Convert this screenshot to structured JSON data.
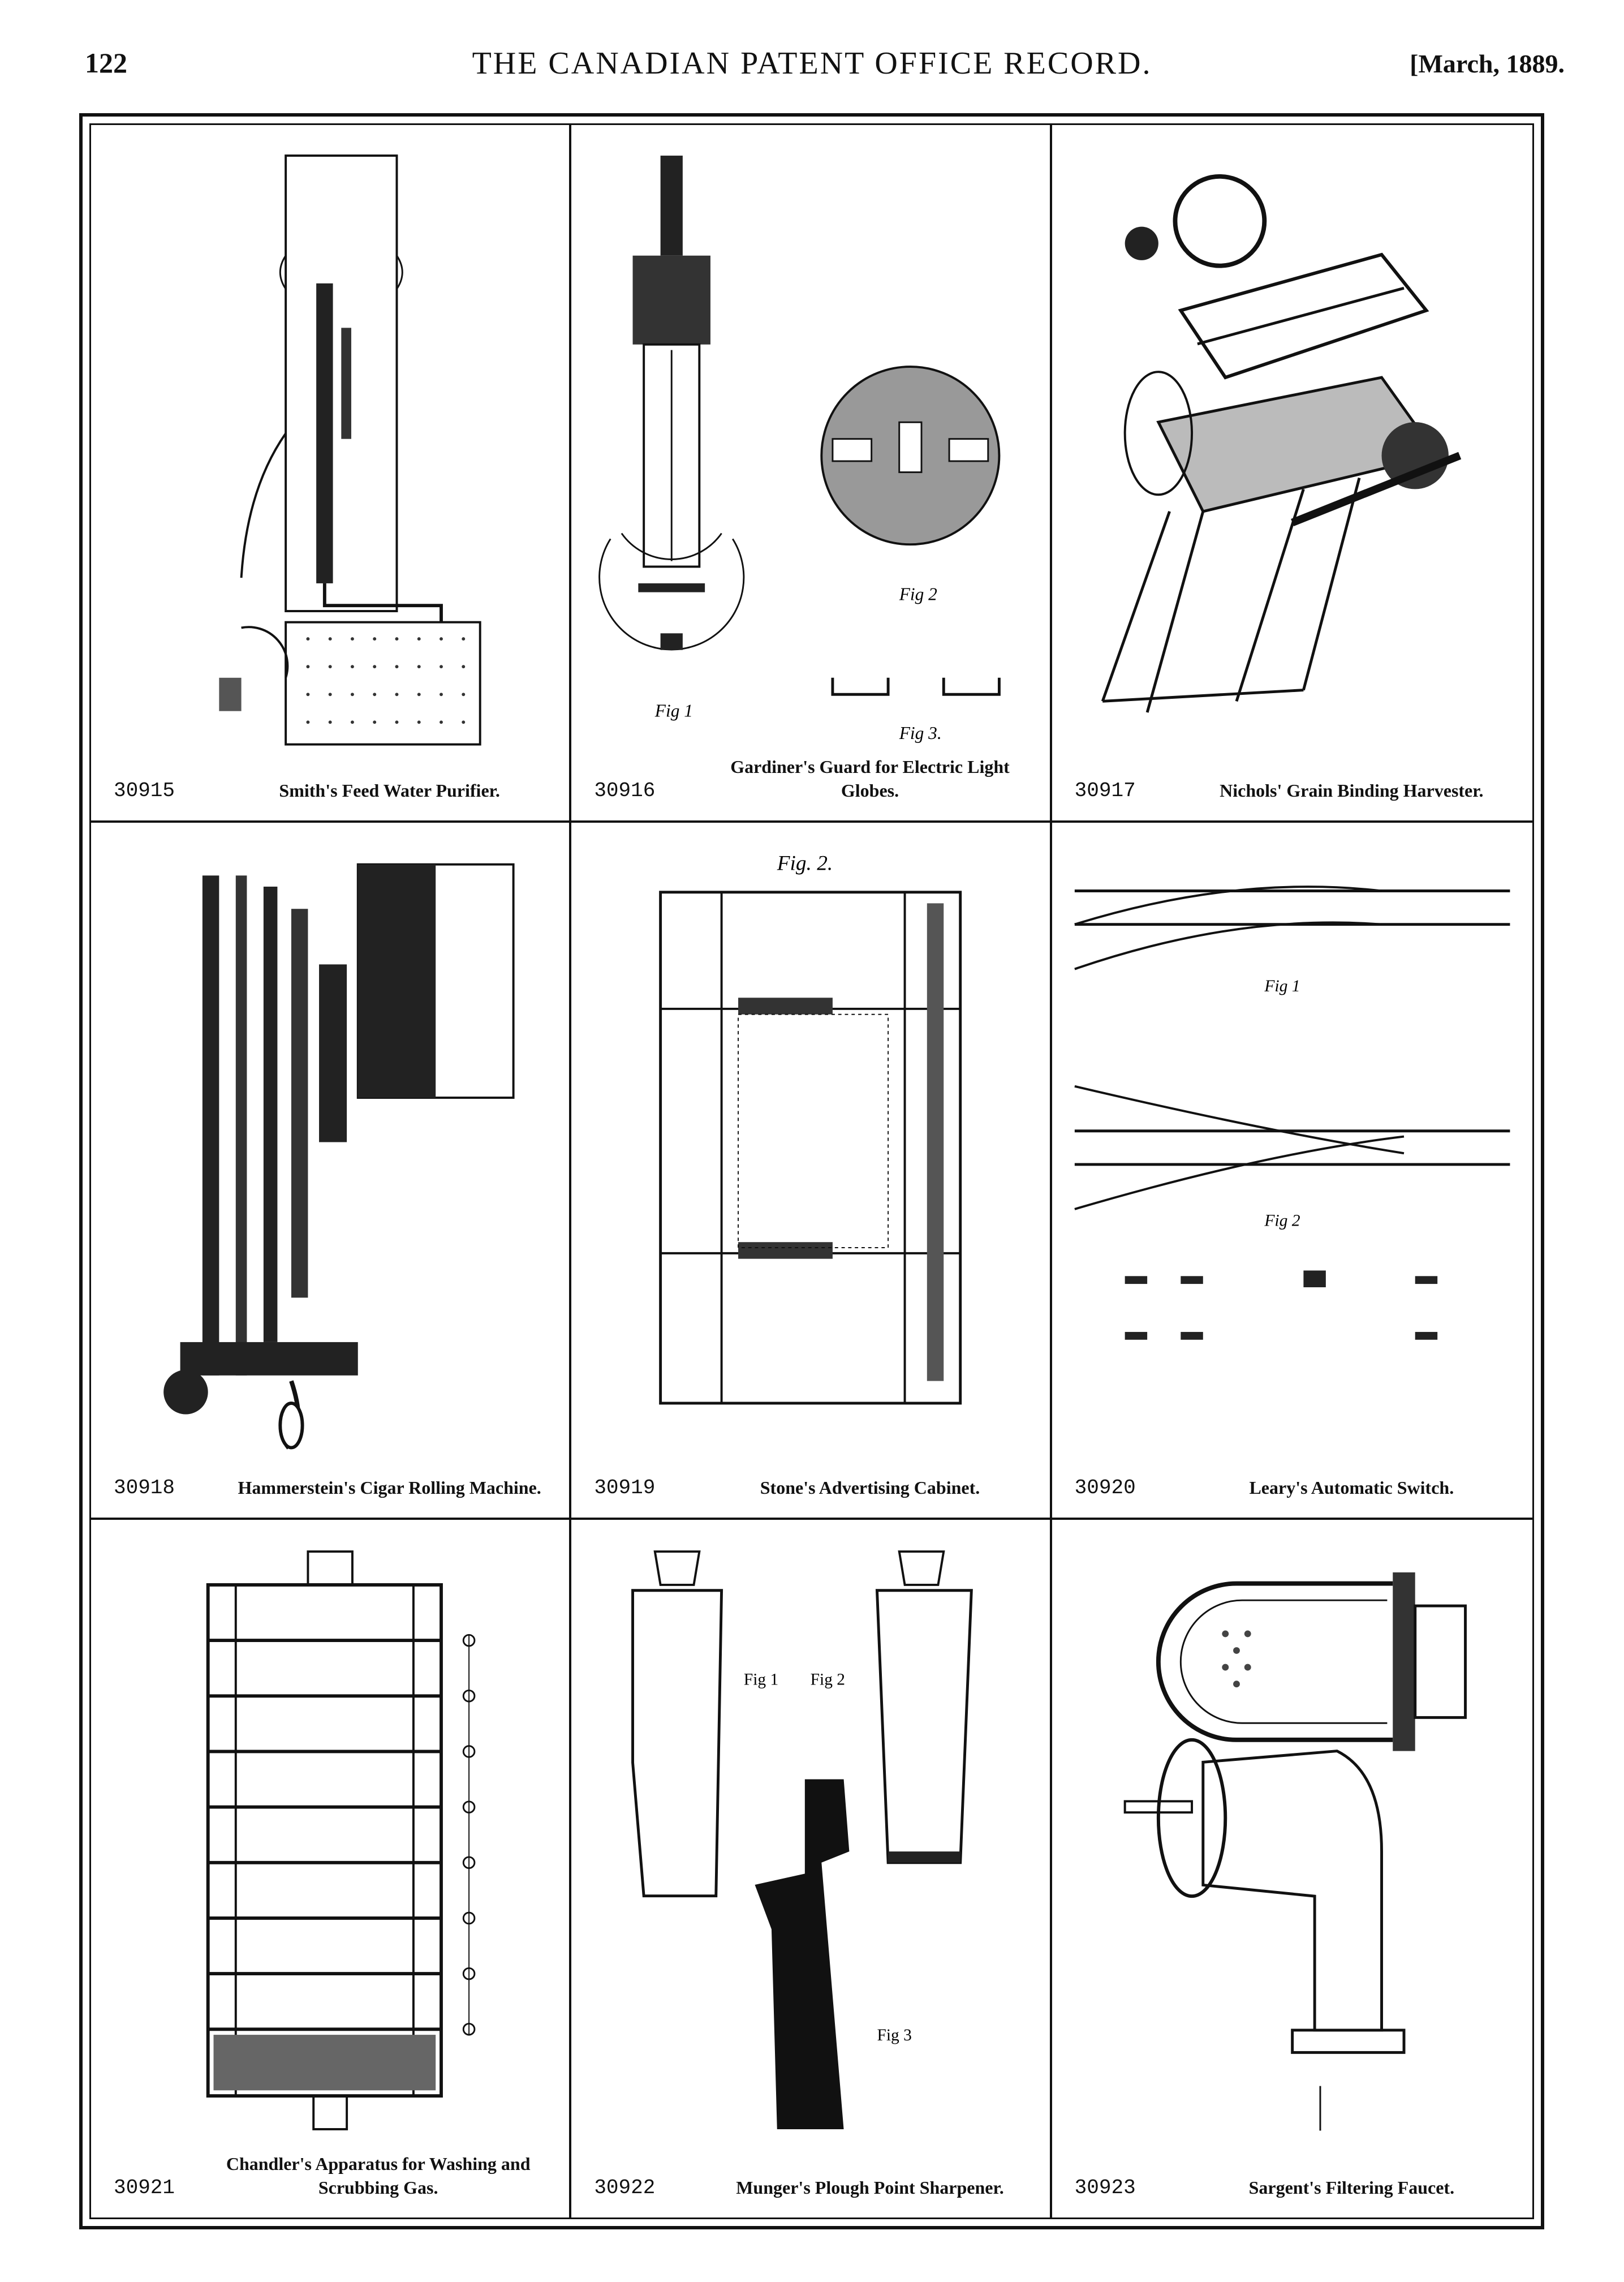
{
  "header": {
    "page_number": "122",
    "journal_title": "THE CANADIAN PATENT OFFICE RECORD.",
    "issue_date": "[March, 1889."
  },
  "patents": [
    {
      "number": "30915",
      "title": "Smith's Feed Water Purifier."
    },
    {
      "number": "30916",
      "title": "Gardiner's Guard for Electric Light Globes."
    },
    {
      "number": "30917",
      "title": "Nichols' Grain Binding Harvester."
    },
    {
      "number": "30918",
      "title": "Hammerstein's Cigar Rolling Machine."
    },
    {
      "number": "30919",
      "title": "Stone's Advertising Cabinet."
    },
    {
      "number": "30920",
      "title": "Leary's Automatic Switch."
    },
    {
      "number": "30921",
      "title": "Chandler's Apparatus for Washing and Scrubbing Gas."
    },
    {
      "number": "30922",
      "title": "Munger's Plough Point Sharpener."
    },
    {
      "number": "30923",
      "title": "Sargent's Filtering Faucet."
    }
  ],
  "figure_labels": {
    "gardiner": {
      "fig1": "Fig 1",
      "fig2": "Fig 2",
      "fig3": "Fig 3."
    },
    "stone": {
      "fig2": "Fig. 2."
    },
    "leary": {
      "fig1": "Fig 1",
      "fig2": "Fig 2"
    },
    "munger": {
      "fig1": "Fig 1",
      "fig2": "Fig 2",
      "fig3": "Fig 3"
    }
  }
}
